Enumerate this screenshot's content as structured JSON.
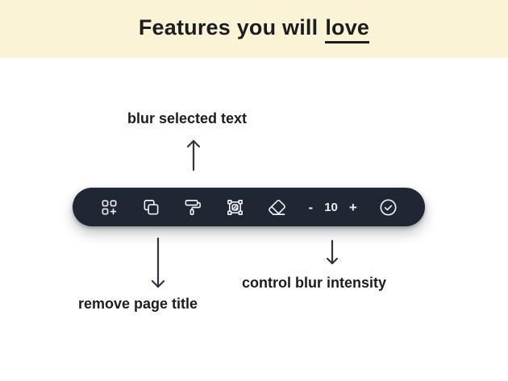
{
  "colors": {
    "page_bg": "#ffffff",
    "banner_bg": "#faf3d5",
    "text": "#1c1d1f",
    "toolbar_bg": "#202633",
    "toolbar_icon": "#edeff3",
    "arrow": "#30353e"
  },
  "header": {
    "title_prefix": "Features you will",
    "title_emphasis": "love"
  },
  "callouts": {
    "blur_text": "blur selected text",
    "remove_title": "remove page title",
    "blur_intensity": "control blur intensity"
  },
  "toolbar": {
    "icons": [
      {
        "name": "add-blocks-icon"
      },
      {
        "name": "copy-icon"
      },
      {
        "name": "paint-roller-icon"
      },
      {
        "name": "blur-area-icon"
      },
      {
        "name": "eraser-icon"
      },
      {
        "name": "check-circle-icon"
      }
    ],
    "stepper": {
      "decrease": "-",
      "value": "10",
      "increase": "+"
    }
  }
}
